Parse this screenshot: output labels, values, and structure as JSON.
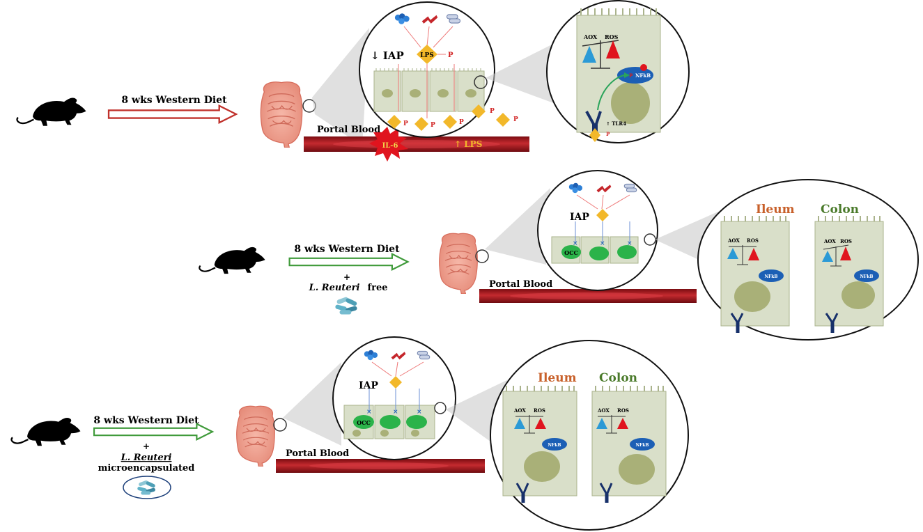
{
  "rows": [
    {
      "arrow_label": "8 wks Western Diet",
      "portal_label": "Portal Blood",
      "zoom": {
        "iap": "↓ IAP",
        "lps": "LPS",
        "p": "P"
      },
      "blood": {
        "il6": "IL-6",
        "lps": "↑ LPS"
      },
      "cell": {
        "aox": "AOX",
        "ros": "ROS",
        "nfkb": "NFkB",
        "p_mark": "P",
        "tlr4": "↑ TLR4",
        "p_small": "P"
      }
    },
    {
      "arrow_label": "8 wks Western Diet",
      "plus": "+",
      "species": "L. Reuteri",
      "form": "free",
      "portal_label": "Portal Blood",
      "zoom": {
        "iap": "IAP",
        "occ": "OCC"
      },
      "panel": {
        "ileum": "Ileum",
        "colon": "Colon",
        "aox": "AOX",
        "ros": "ROS",
        "nfkb": "NFkB"
      }
    },
    {
      "arrow_label": "8 wks Western Diet",
      "plus": "+",
      "species": "L. Reuteri",
      "form": "microencapsulated",
      "portal_label": "Portal Blood",
      "zoom": {
        "iap": "IAP",
        "occ": "OCC"
      },
      "panel": {
        "ileum": "Ileum",
        "colon": "Colon",
        "aox": "AOX",
        "ros": "ROS",
        "nfkb": "NFkB"
      }
    }
  ],
  "colors": {
    "arrow_red": "#c0312b",
    "arrow_green": "#3f9a3a",
    "ileum_orange": "#c8602a",
    "colon_green": "#4a7a2a",
    "cell_fill": "#d9dfc9",
    "nucleus": "#a9b078",
    "blood": "#a5161c",
    "lps_yellow": "#f2b82a",
    "occ_green": "#2bb34a",
    "nfkb_blue": "#1c5fb5",
    "receptor": "#17306a"
  }
}
